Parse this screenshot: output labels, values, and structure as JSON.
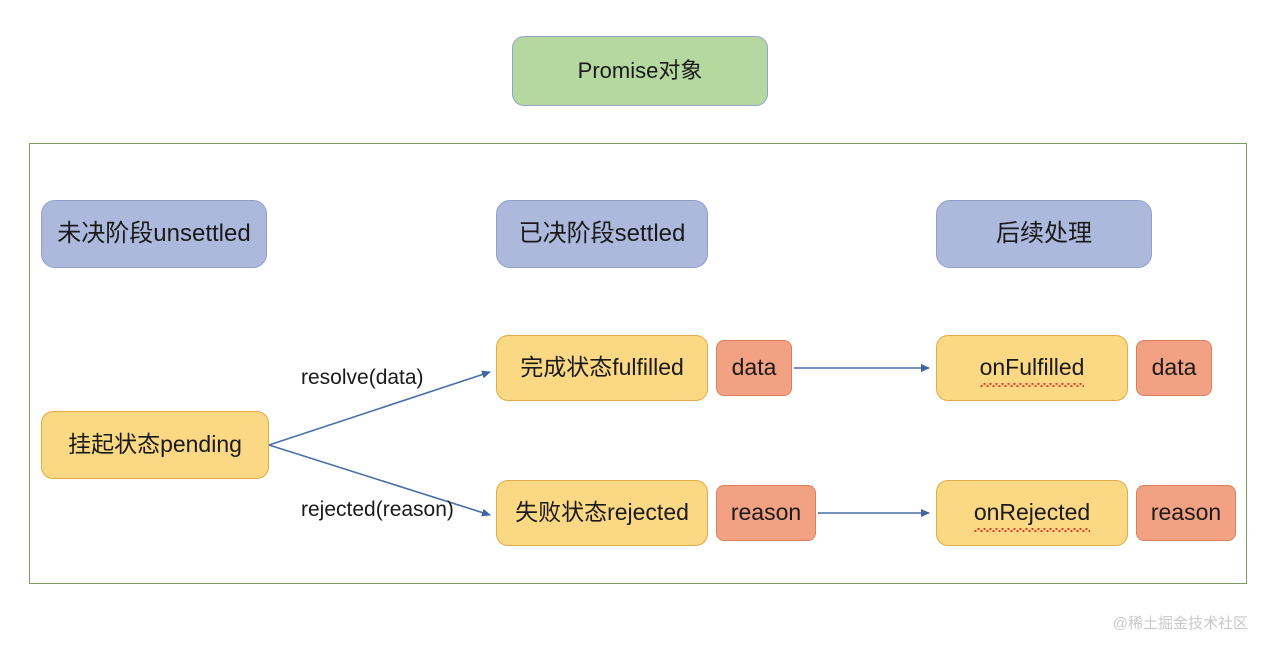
{
  "diagram": {
    "title_box": {
      "label": "Promise对象",
      "color": "#b5d8a0"
    },
    "watermark": "@稀土掘金技术社区",
    "group_border_color": "#7a9e5e",
    "arrow_color": "#4a6fa5",
    "phases": [
      {
        "id": "unsettled",
        "label": "未决阶段unsettled",
        "color": "#acb8dc"
      },
      {
        "id": "settled",
        "label": "已决阶段settled",
        "color": "#acb8dc"
      },
      {
        "id": "followup",
        "label": "后续处理",
        "color": "#acb8dc"
      }
    ],
    "states": [
      {
        "id": "pending",
        "label": "挂起状态pending",
        "color": "#fbd884"
      },
      {
        "id": "fulfilled",
        "label": "完成状态fulfilled",
        "color": "#fbd884"
      },
      {
        "id": "rejected",
        "label": "失败状态rejected",
        "color": "#fbd884"
      }
    ],
    "handlers": [
      {
        "id": "onFulfilled",
        "label": "onFulfilled",
        "color": "#fbd884",
        "misspelled": true
      },
      {
        "id": "onRejected",
        "label": "onRejected",
        "color": "#fbd884",
        "misspelled": true
      }
    ],
    "payloads": [
      {
        "id": "data-settled",
        "label": "data",
        "color": "#f2a183"
      },
      {
        "id": "reason-settled",
        "label": "reason",
        "color": "#f2a183"
      },
      {
        "id": "data-handler",
        "label": "data",
        "color": "#f2a183"
      },
      {
        "id": "reason-handler",
        "label": "reason",
        "color": "#f2a183"
      }
    ],
    "edges": [
      {
        "id": "resolve",
        "label": "resolve(data)",
        "from": "pending",
        "to": "fulfilled"
      },
      {
        "id": "reject",
        "label": "rejected(reason)",
        "from": "pending",
        "to": "rejected"
      },
      {
        "id": "data-flow",
        "label": "",
        "from": "data-settled",
        "to": "onFulfilled"
      },
      {
        "id": "reason-flow",
        "label": "",
        "from": "reason-settled",
        "to": "onRejected"
      }
    ]
  }
}
